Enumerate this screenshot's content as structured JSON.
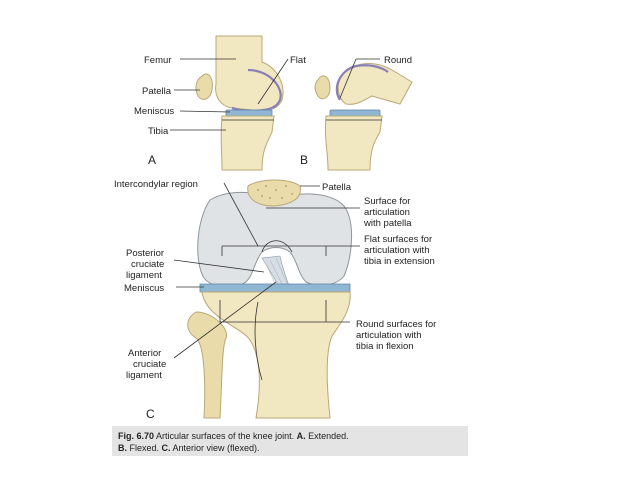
{
  "labels": {
    "femur": "Femur",
    "flat": "Flat",
    "round": "Round",
    "patella_a": "Patella",
    "meniscus_a": "Meniscus",
    "tibia": "Tibia",
    "panel_a": "A",
    "panel_b": "B",
    "intercondylar": "Intercondylar region",
    "patella_c": "Patella",
    "surface_patella": [
      "Surface for",
      "articulation",
      "with patella"
    ],
    "flat_surfaces": [
      "Flat surfaces for",
      "articulation with",
      "tibia in extension"
    ],
    "posterior": [
      "Posterior",
      "cruciate",
      "ligament"
    ],
    "meniscus_c": "Meniscus",
    "round_surfaces": [
      "Round surfaces for",
      "articulation with",
      "tibia in flexion"
    ],
    "anterior": [
      "Anterior",
      "cruciate",
      "ligament"
    ],
    "panel_c": "C"
  },
  "caption": {
    "fig": "Fig. 6.70",
    "line1": " Articular surfaces of the knee joint. ",
    "a_key": "A.",
    "a_text": " Extended.",
    "b_key": "B.",
    "b_text": " Flexed. ",
    "c_key": "C.",
    "c_text": " Anterior view (flexed)."
  },
  "colors": {
    "bone": "#f1e7c0",
    "cartilage": "#dfe3e6",
    "meniscus": "#8fb7d3",
    "rim": "#8a7fb5",
    "caption_bg": "#e4e4e4"
  }
}
